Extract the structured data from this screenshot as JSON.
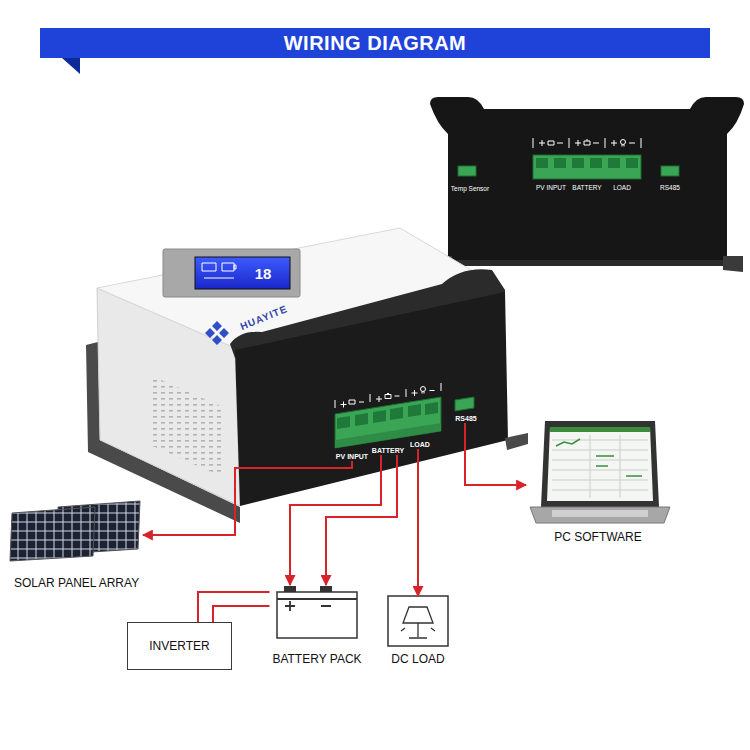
{
  "diagram": {
    "title": "WIRING DIAGRAM",
    "nodes": [
      {
        "text": [
          "PV INPUT"
        ]
      },
      {
        "text": [
          "BATTERY"
        ]
      },
      {
        "text": [
          "LOAD"
        ]
      },
      {
        "text": [
          "RS485"
        ]
      },
      {
        "text": [
          "SOLAR PANEL ARRAY"
        ]
      },
      {
        "text": [
          "PC SOFTWARE"
        ]
      },
      {
        "text": [
          "BATTERY PACK"
        ]
      },
      {
        "text": [
          "DC LOAD"
        ]
      },
      {
        "text": [
          "INVERTER"
        ]
      }
    ],
    "edges": [
      {
        "from": 0,
        "to": 4,
        "arrow": "to"
      },
      {
        "from": 1,
        "to": 6,
        "arrow": "to"
      },
      {
        "from": 1,
        "to": 6,
        "arrow": "to"
      },
      {
        "from": 2,
        "to": 7,
        "arrow": "to"
      },
      {
        "from": 3,
        "to": 5,
        "arrow": "to"
      },
      {
        "from": 6,
        "to": 8,
        "arrow": "none"
      },
      {
        "from": 6,
        "to": 8,
        "arrow": "none"
      }
    ],
    "labels": [
      "Temp Sensor",
      "PV INPUT",
      "BATTERY",
      "LOAD",
      "RS485",
      "HUAYITE",
      "18"
    ]
  }
}
